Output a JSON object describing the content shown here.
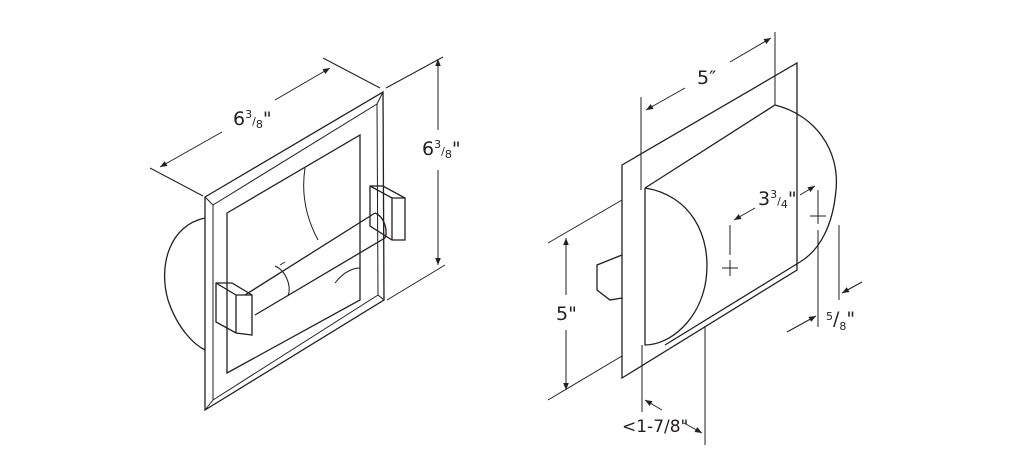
{
  "left_view": {
    "width_label": {
      "whole": "6",
      "num": "3",
      "den": "8",
      "unit": "\""
    },
    "height_label": {
      "whole": "6",
      "num": "3",
      "den": "8",
      "unit": "\""
    }
  },
  "right_view": {
    "width_label": "5″",
    "height_label": "5\"",
    "roll_spacing_label": {
      "whole": "3",
      "num": "3",
      "den": "4",
      "unit": "\""
    },
    "offset_label": {
      "num": "5",
      "den": "8",
      "unit": "\""
    },
    "depth_label": "<1-7/8\""
  },
  "colors": {
    "line": "#231f20",
    "background": "#ffffff"
  }
}
